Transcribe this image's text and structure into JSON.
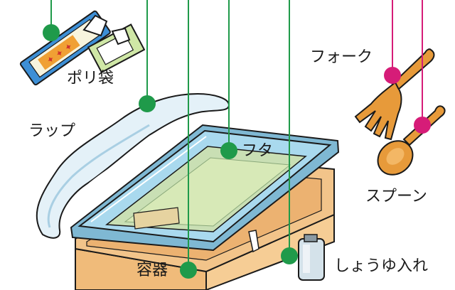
{
  "labels": {
    "plastic_bag": "ポリ袋",
    "wrap": "ラップ",
    "lid": "フタ",
    "container": "容器",
    "soy_sauce": "しょうゆ入れ",
    "fork": "フォーク",
    "spoon": "スプーン"
  },
  "colors": {
    "green_marker": "#1f9a4a",
    "magenta_marker": "#d61c78",
    "tray_body": "#f2c48a",
    "lid_tint": "#a9d9ee",
    "cutlery": "#e79a3a"
  }
}
